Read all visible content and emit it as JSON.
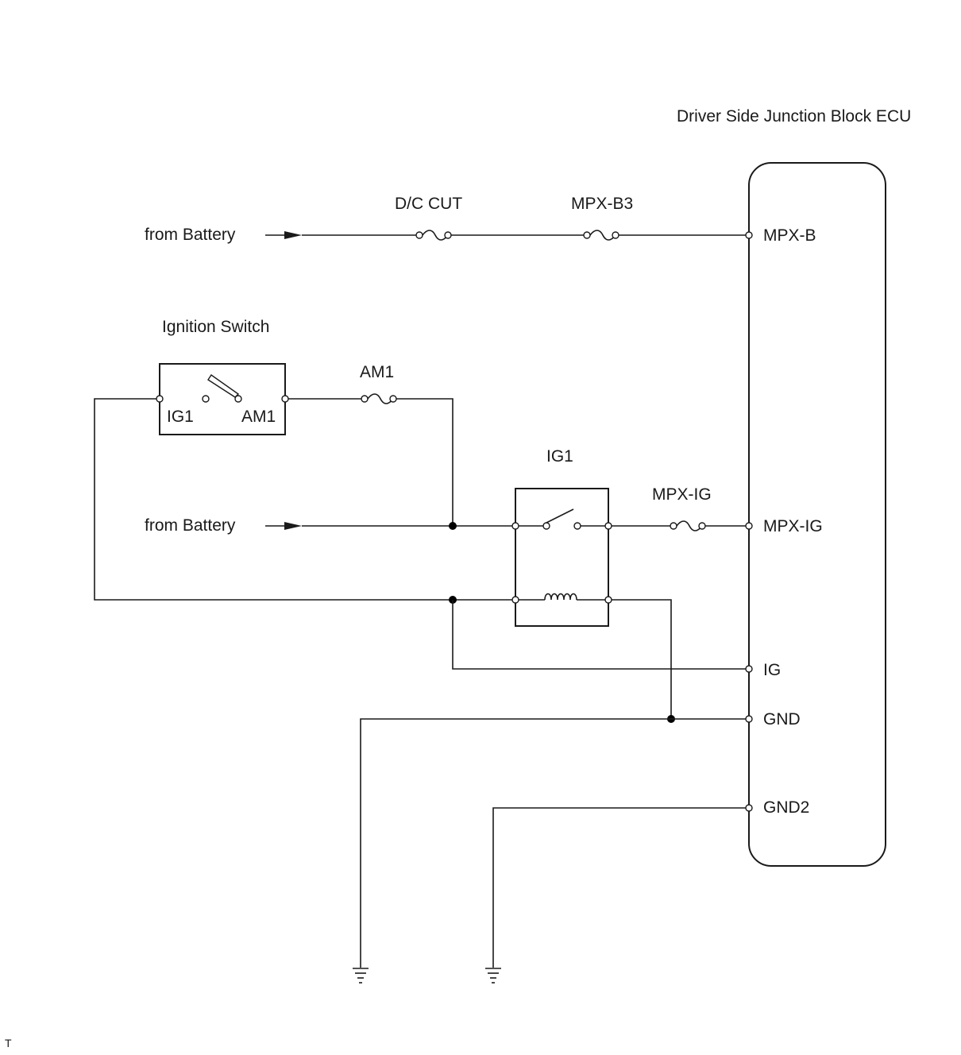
{
  "ecu": {
    "title": "Driver Side Junction Block ECU"
  },
  "terminals": {
    "mpx_b": "MPX-B",
    "mpx_ig": "MPX-IG",
    "ig": "IG",
    "gnd": "GND",
    "gnd2": "GND2"
  },
  "sources": {
    "battery_top": "from Battery",
    "battery_mid": "from Battery"
  },
  "fuses": {
    "dc_cut": "D/C CUT",
    "mpx_b3": "MPX-B3",
    "am1": "AM1",
    "mpx_ig": "MPX-IG"
  },
  "ignition_switch": {
    "title": "Ignition Switch",
    "left_terminal": "IG1",
    "right_terminal": "AM1"
  },
  "relay": {
    "title": "IG1"
  },
  "corner_mark": "T",
  "icons": [
    "fuse-icon",
    "ground-icon",
    "coil-icon",
    "arrow-icon",
    "switch-icon"
  ]
}
